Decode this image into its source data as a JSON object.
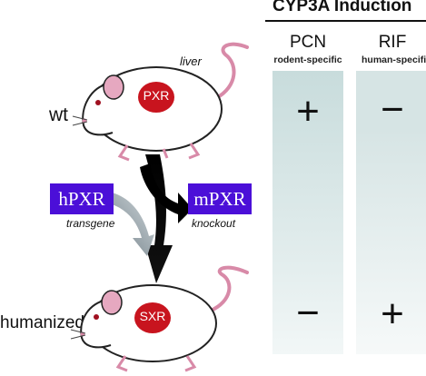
{
  "header": {
    "title": "CYP3A Induction"
  },
  "columns": [
    {
      "name": "PCN",
      "subtitle": "rodent-specific",
      "wt_sign": "+",
      "humanized_sign": "−"
    },
    {
      "name": "RIF",
      "subtitle": "human-specific",
      "wt_sign": "−",
      "humanized_sign": "+"
    }
  ],
  "rows": {
    "wt_label": "wt",
    "humanized_label": "humanized"
  },
  "mice": {
    "top": {
      "organ_label": "liver",
      "receptor": "PXR"
    },
    "bottom": {
      "receptor": "SXR"
    }
  },
  "boxes": {
    "left": {
      "label": "hPXR",
      "caption": "transgene"
    },
    "right": {
      "label": "mPXR",
      "caption": "knockout"
    }
  },
  "colors": {
    "box": "#4b0fd8",
    "liver": "#c8141e",
    "mouse_tail": "#d88aa8",
    "column_bg": "#c8dcdc"
  }
}
